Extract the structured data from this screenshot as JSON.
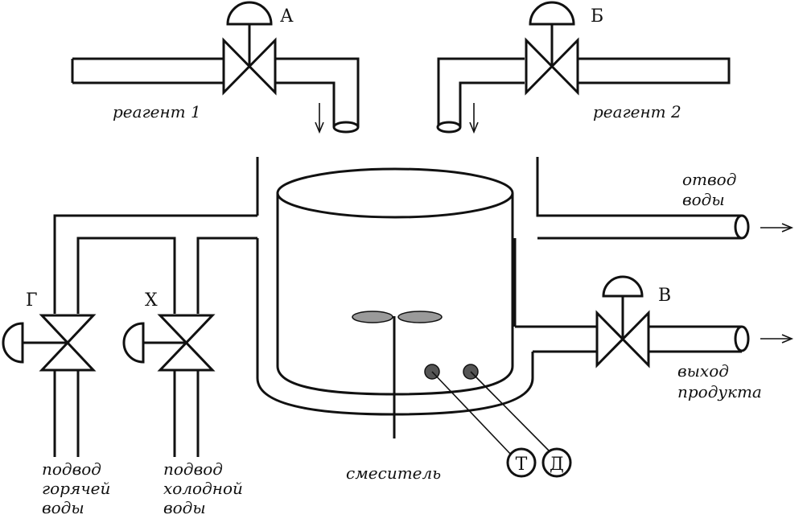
{
  "valves": {
    "A": "А",
    "B": "Б",
    "V": "В",
    "G": "Г",
    "X": "Х"
  },
  "labels": {
    "reagent1": "реагент 1",
    "reagent2": "реагент 2",
    "drain_line1": "отвод",
    "drain_line2": "воды",
    "product_line1": "выход",
    "product_line2": "продукта",
    "hot_line1": "подвод",
    "hot_line2": "горячей",
    "hot_line3": "воды",
    "cold_line1": "подвод",
    "cold_line2": "холодной",
    "cold_line3": "воды",
    "mixer": "смеситель"
  },
  "sensors": {
    "T": "Т",
    "D": "Д"
  }
}
